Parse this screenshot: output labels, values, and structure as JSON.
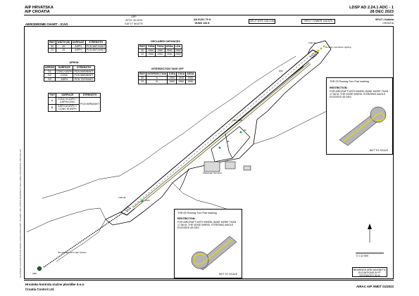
{
  "header": {
    "org_left": "AIP HRVATSKA",
    "org_left2": "AIP CROATIA",
    "ad_code": "LDSP AD 2.24.1 ADC - 1",
    "date": "28 DEC 2023",
    "chart_title": "AERODROME CHART - ICAO",
    "arp_label": "ARP",
    "arp_lat": "43°32' 20.20\"N",
    "arp_lon": "016°17' 50.67\"E",
    "ad_elev": "AD ELEV 79 ft",
    "gund": "GUND 133 ft",
    "apron_freq_btn": "SPLIT ATIS 126.3.55",
    "tower_freq_btn": "SPLIT TOWER 118.575",
    "location": "SPLIT / Kaštela",
    "country": "CROATIA"
  },
  "rwy_table": {
    "headers": [
      "RWY",
      "WIDTH (M)",
      "SURFACE",
      "STRENGTH"
    ],
    "rows": [
      [
        "05",
        "45",
        "ASPH",
        "PCN 56/F/A/W/T"
      ],
      [
        "23",
        "15",
        "ASPH",
        "PCN 56/F/A/W/T"
      ]
    ]
  },
  "declared": {
    "title": "DECLARED DISTANCES",
    "headers": [
      "RWY",
      "TORA",
      "TODA",
      "ASDA",
      "LDA"
    ],
    "rows": [
      [
        "05",
        "2550",
        "2550",
        "2550",
        "2550"
      ],
      [
        "23",
        "2550",
        "2550",
        "2550",
        "2550"
      ]
    ]
  },
  "apron": {
    "title": "APRON",
    "headers": [
      "APRON",
      "SURFACE",
      "STRENGTH"
    ],
    "rows": [
      [
        "S1",
        "CONC+ASPH",
        "PCN 59/R/B/W/T"
      ],
      [
        "S2",
        "CONC",
        "PCN 58/R/B/W/T"
      ],
      [
        "S3",
        "ASPH",
        "PCN 72/F/B/W/T"
      ]
    ]
  },
  "intersection": {
    "title": "INTERSECTION TAKE OFF",
    "headers": [
      "RWY",
      "INTERSECTION",
      "TORA",
      "TODA",
      "ASDA"
    ],
    "rows": [
      [
        "05",
        "A",
        "1905",
        "1905",
        "2065"
      ],
      [
        "23",
        "B",
        "1960",
        "1960",
        "1960"
      ]
    ]
  },
  "twy_table": {
    "headers": [
      "TWY",
      "SURFACE",
      "STRENGTH"
    ],
    "rows": [
      [
        "A",
        "CONC M ASPH + ASPH/CONC",
        "PCN 59/R/A/W/T"
      ],
      [
        "B",
        "ASPH M ASPH + CONC M ASPH",
        ""
      ]
    ]
  },
  "inset1": {
    "title": "THR 23 Runway Turn Pad marking",
    "restriction": "RESTRICTION:",
    "text": "FOR AIRCRAFT WITH WHEEL BASE MORE THAN 17.56 M, THE NOSE WHEEL STEERING ANGLE EXCEEDS 45 DEG",
    "scale_note": "NOT TO SCALE"
  },
  "inset2": {
    "title": "THR 05 Runway Turn Pad marking",
    "restriction": "RESTRICTION:",
    "text": "FOR AIRCRAFT WITH WHEEL BASE MORE THAN 17.56 M, THE NOSE WHEEL STEERING ANGLE EXCEEDS 45 DEG",
    "scale_note": "NOT TO SCALE"
  },
  "map_labels": {
    "rwy05_thr": "THR 05",
    "rwy23_thr": "THR 23",
    "terminal": "Passenger Terminal",
    "apron_s1": "S1",
    "apron_s2": "S2",
    "approach_light": "Runway Centreline Lighting",
    "adc_tower": "ADC TWR",
    "papi": "PAPI",
    "windsock": "WDI",
    "beacon": "ABN",
    "cat1": "Simple Approach Light System"
  },
  "scale": {
    "label": "0   1:12 500",
    "note": "BEARINGS ARE MAGNETIC ELEVATIONS IN FT DISTANCES IN M"
  },
  "footer": {
    "left1": "Hrvatska kontrola zračne plovidbe d.o.o.",
    "left2": "Croatia Control Ltd.",
    "right": "AIRAC AIP AMDT 01/2023"
  },
  "side_note": "CHANGES: ELEVATION AND GEOID UNDULATION RWY, TAXIWAY AND APRON MARKINGS; DECLARED DISTANCES; OBSTACLES"
}
